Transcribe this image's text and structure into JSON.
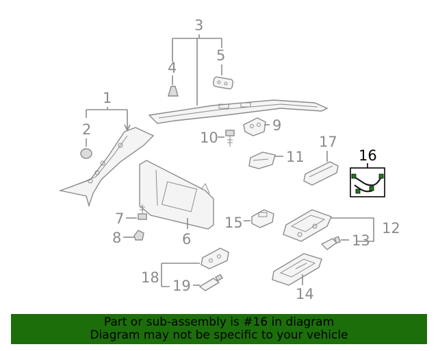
{
  "callouts": {
    "c1": "1",
    "c2": "2",
    "c3": "3",
    "c4": "4",
    "c5": "5",
    "c6": "6",
    "c7": "7",
    "c8": "8",
    "c9": "9",
    "c10": "10",
    "c11": "11",
    "c12": "12",
    "c13": "13",
    "c14": "14",
    "c15": "15",
    "c16": "16",
    "c17": "17",
    "c18": "18",
    "c19": "19"
  },
  "highlighted_part": "16",
  "colors": {
    "line": "#8a8a8a",
    "highlight": "#000000",
    "banner": "#1c6e0a"
  },
  "banner": {
    "line1": "Part or sub-assembly is #16 in diagram",
    "line2": "Diagram may not be specific to your vehicle"
  }
}
